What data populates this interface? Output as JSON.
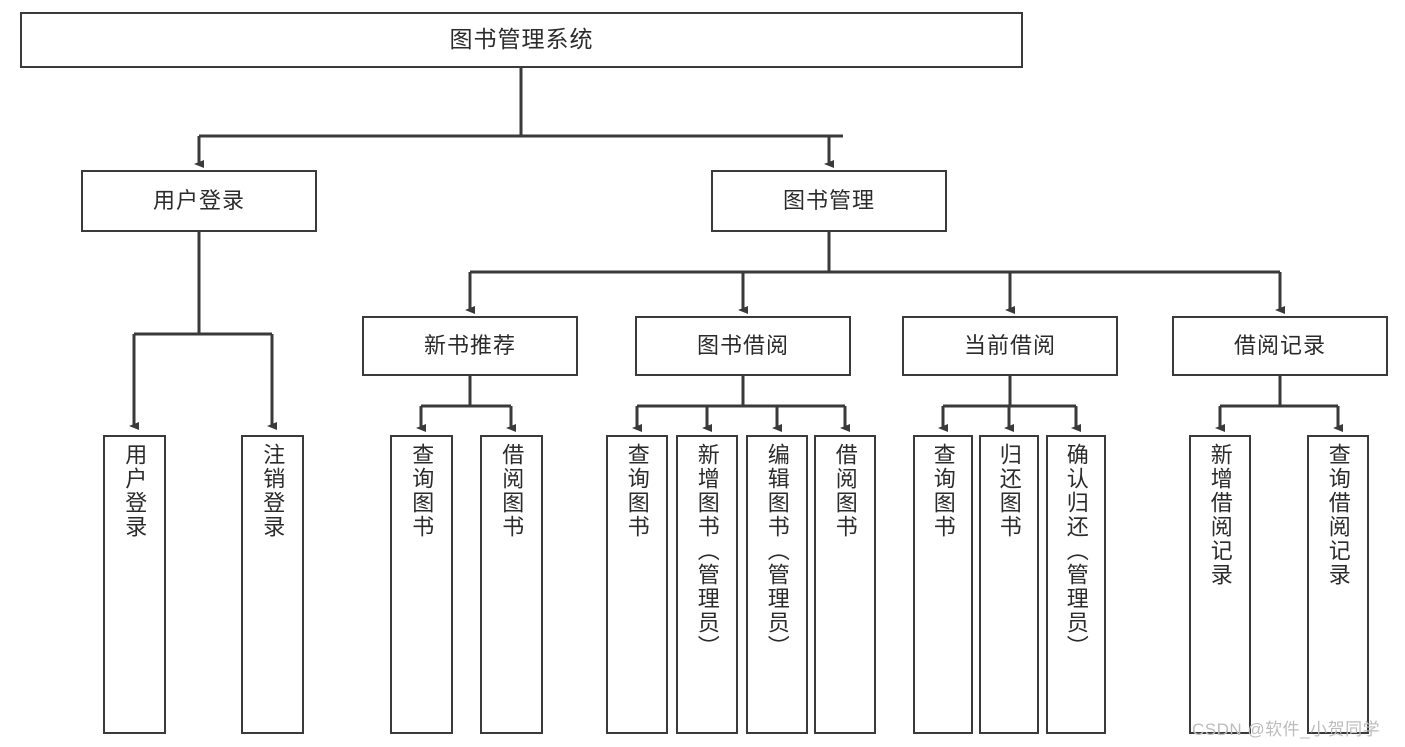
{
  "diagram": {
    "title": "图书管理系统",
    "watermark": "CSDN @软件_小贺同学",
    "colors": {
      "stroke": "#3a3a3a",
      "fill": "#ffffff",
      "text": "#2b2b2b",
      "watermark": "#bcbcbc"
    },
    "levels": {
      "root": {
        "label": "图书管理系统"
      },
      "level2": [
        {
          "label": "用户登录"
        },
        {
          "label": "图书管理"
        }
      ],
      "level3": [
        {
          "label": "新书推荐"
        },
        {
          "label": "图书借阅"
        },
        {
          "label": "当前借阅"
        },
        {
          "label": "借阅记录"
        }
      ],
      "leaves": {
        "user_login": [
          {
            "label": "用户登录"
          },
          {
            "label": "注销登录"
          }
        ],
        "new_book_recommend": [
          {
            "label": "查询图书"
          },
          {
            "label": "借阅图书"
          }
        ],
        "book_borrow": [
          {
            "label": "查询图书"
          },
          {
            "label": "新增图书（管理员）"
          },
          {
            "label": "编辑图书（管理员）"
          },
          {
            "label": "借阅图书"
          }
        ],
        "current_borrow": [
          {
            "label": "查询图书"
          },
          {
            "label": "归还图书"
          },
          {
            "label": "确认归还（管理员）"
          }
        ],
        "borrow_record": [
          {
            "label": "新增借阅记录"
          },
          {
            "label": "查询借阅记录"
          }
        ]
      }
    }
  }
}
